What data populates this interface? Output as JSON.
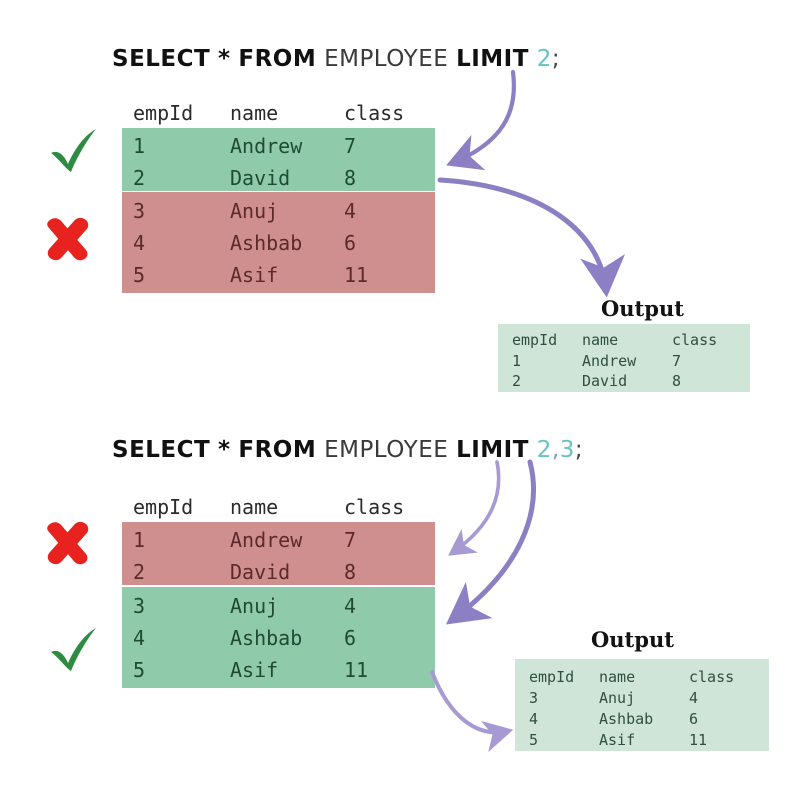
{
  "page": {
    "background": "#ffffff",
    "accent_purple": "#8d7fc4",
    "green_row": "#8fcbab",
    "red_row": "#cf8f8f",
    "output_bg": "#cfe5d8",
    "check_color": "#2e8b42",
    "cross_color": "#e8221e",
    "number_literal_color": "#64c4c4"
  },
  "sections": [
    {
      "query": {
        "select": "SELECT",
        "star": "*",
        "from": "FROM",
        "table": "EMPLOYEE",
        "limit": "LIMIT",
        "args": "2",
        "terminator": ";",
        "full_text": "SELECT * FROM EMPLOYEE LIMIT 2;"
      },
      "table": {
        "columns": [
          "empId",
          "name",
          "class"
        ],
        "rows": [
          {
            "empId": "1",
            "name": "Andrew",
            "class": "7",
            "state": "included"
          },
          {
            "empId": "2",
            "name": "David",
            "class": "8",
            "state": "included"
          },
          {
            "empId": "3",
            "name": "Anuj",
            "class": "4",
            "state": "excluded"
          },
          {
            "empId": "4",
            "name": "Ashbab",
            "class": "6",
            "state": "excluded"
          },
          {
            "empId": "5",
            "name": "Asif",
            "class": "11",
            "state": "excluded"
          }
        ]
      },
      "marks": [
        {
          "type": "check",
          "glyph": "✔",
          "meaning": "rows-selected"
        },
        {
          "type": "cross",
          "glyph": "✖",
          "meaning": "rows-skipped"
        }
      ],
      "output": {
        "title": "Output",
        "columns": [
          "empId",
          "name",
          "class"
        ],
        "rows": [
          {
            "empId": "1",
            "name": "Andrew",
            "class": "7"
          },
          {
            "empId": "2",
            "name": "David",
            "class": "8"
          }
        ]
      }
    },
    {
      "query": {
        "select": "SELECT",
        "star": "*",
        "from": "FROM",
        "table": "EMPLOYEE",
        "limit": "LIMIT",
        "args": "2,3",
        "arg_offset": "2",
        "arg_comma": ",",
        "arg_count": "3",
        "terminator": ";",
        "full_text": "SELECT * FROM EMPLOYEE LIMIT 2,3;"
      },
      "table": {
        "columns": [
          "empId",
          "name",
          "class"
        ],
        "rows": [
          {
            "empId": "1",
            "name": "Andrew",
            "class": "7",
            "state": "excluded"
          },
          {
            "empId": "2",
            "name": "David",
            "class": "8",
            "state": "excluded"
          },
          {
            "empId": "3",
            "name": "Anuj",
            "class": "4",
            "state": "included"
          },
          {
            "empId": "4",
            "name": "Ashbab",
            "class": "6",
            "state": "included"
          },
          {
            "empId": "5",
            "name": "Asif",
            "class": "11",
            "state": "included"
          }
        ]
      },
      "marks": [
        {
          "type": "cross",
          "glyph": "✖",
          "meaning": "rows-skipped"
        },
        {
          "type": "check",
          "glyph": "✔",
          "meaning": "rows-selected"
        }
      ],
      "output": {
        "title": "Output",
        "columns": [
          "empId",
          "name",
          "class"
        ],
        "rows": [
          {
            "empId": "3",
            "name": "Anuj",
            "class": "4"
          },
          {
            "empId": "4",
            "name": "Ashbab",
            "class": "6"
          },
          {
            "empId": "5",
            "name": "Asif",
            "class": "11"
          }
        ]
      }
    }
  ]
}
